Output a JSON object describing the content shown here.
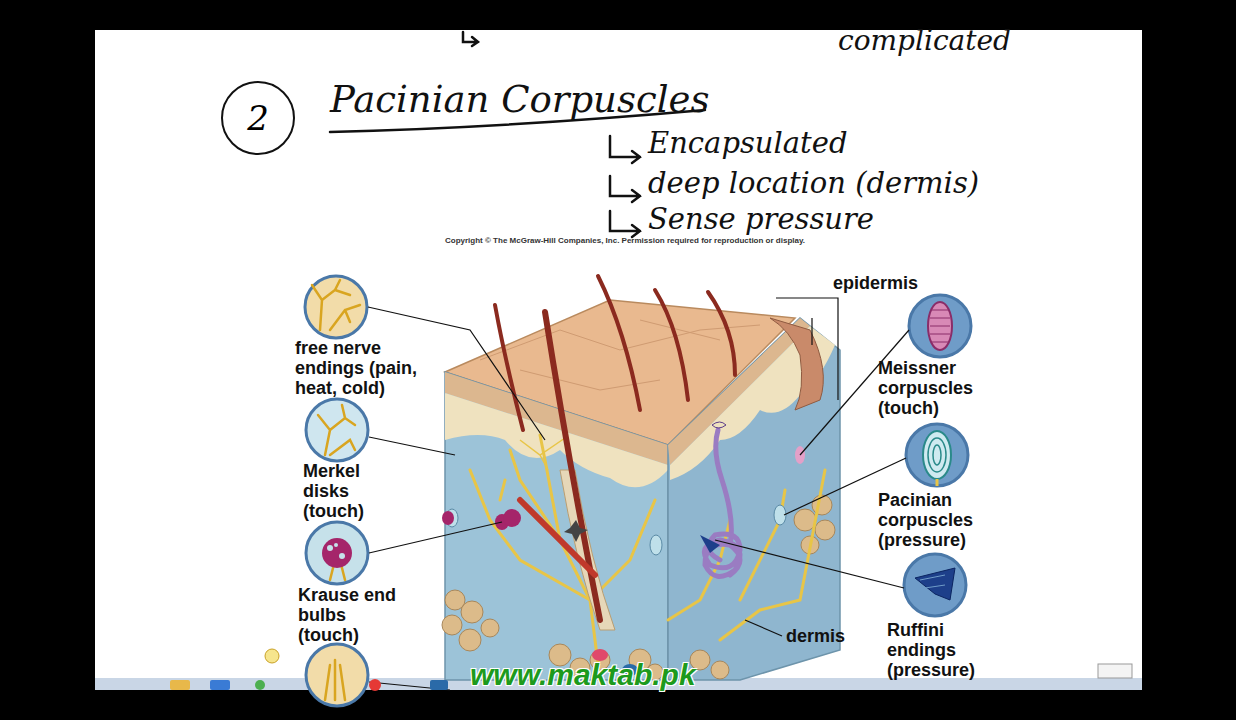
{
  "diagram": {
    "nodes": [
      {
        "text": [
          "2"
        ]
      }
    ],
    "labels": [
      "complicated",
      "Pacinian Corpuscles",
      "Encapsulated",
      "deep location (dermis)",
      "Sense pressure",
      "Copyright © The McGraw-Hill Companies, Inc. Permission required for reproduction or display.",
      "epidermis",
      "free nerve endings (pain, heat, cold)",
      "Meissner corpuscles (touch)",
      "Merkel disks (touch)",
      "Pacinian corpuscles (pressure)",
      "Krause end bulbs (touch)",
      "Ruffini endings (pressure)",
      "dermis",
      "www.maktab.pk"
    ]
  }
}
